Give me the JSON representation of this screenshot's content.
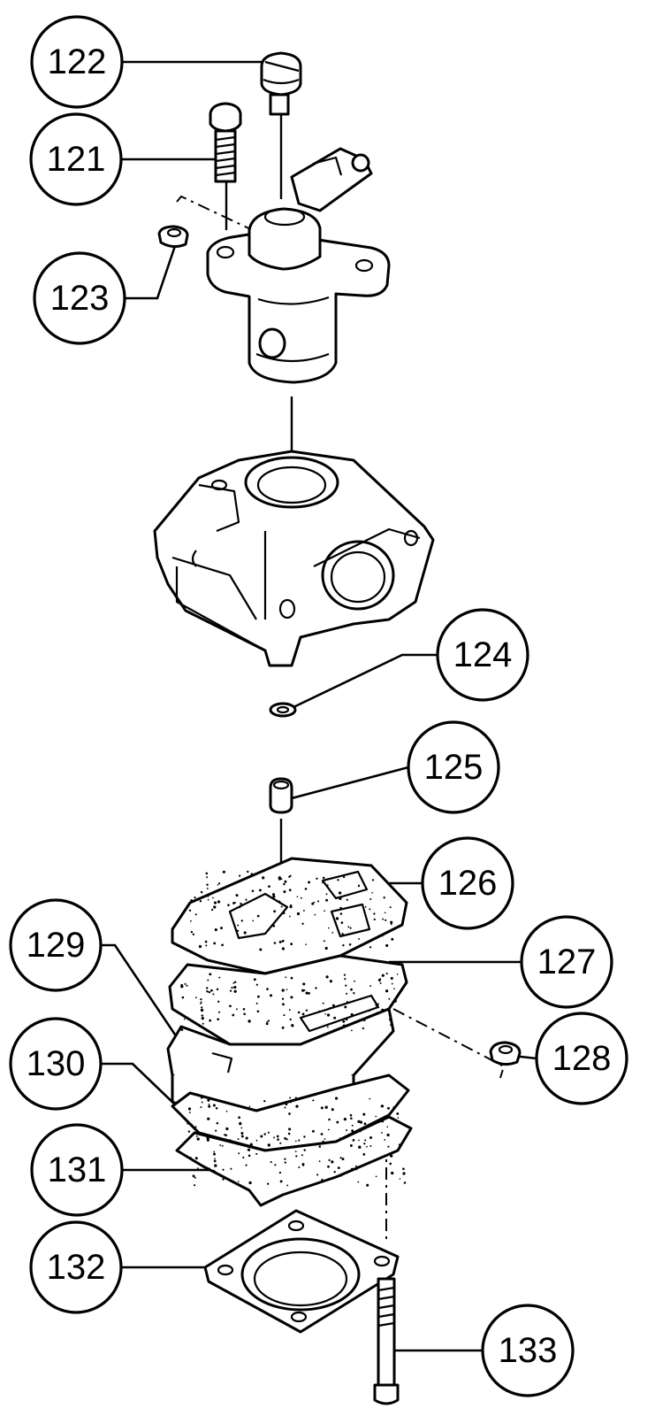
{
  "callouts": [
    {
      "id": "c122",
      "label": "122"
    },
    {
      "id": "c121",
      "label": "121"
    },
    {
      "id": "c123",
      "label": "123"
    },
    {
      "id": "c124",
      "label": "124"
    },
    {
      "id": "c125",
      "label": "125"
    },
    {
      "id": "c126",
      "label": "126"
    },
    {
      "id": "c127",
      "label": "127"
    },
    {
      "id": "c128",
      "label": "128"
    },
    {
      "id": "c129",
      "label": "129"
    },
    {
      "id": "c130",
      "label": "130"
    },
    {
      "id": "c131",
      "label": "131"
    },
    {
      "id": "c132",
      "label": "132"
    },
    {
      "id": "c133",
      "label": "133"
    }
  ],
  "colors": {
    "line": "#000000",
    "background": "#ffffff"
  }
}
